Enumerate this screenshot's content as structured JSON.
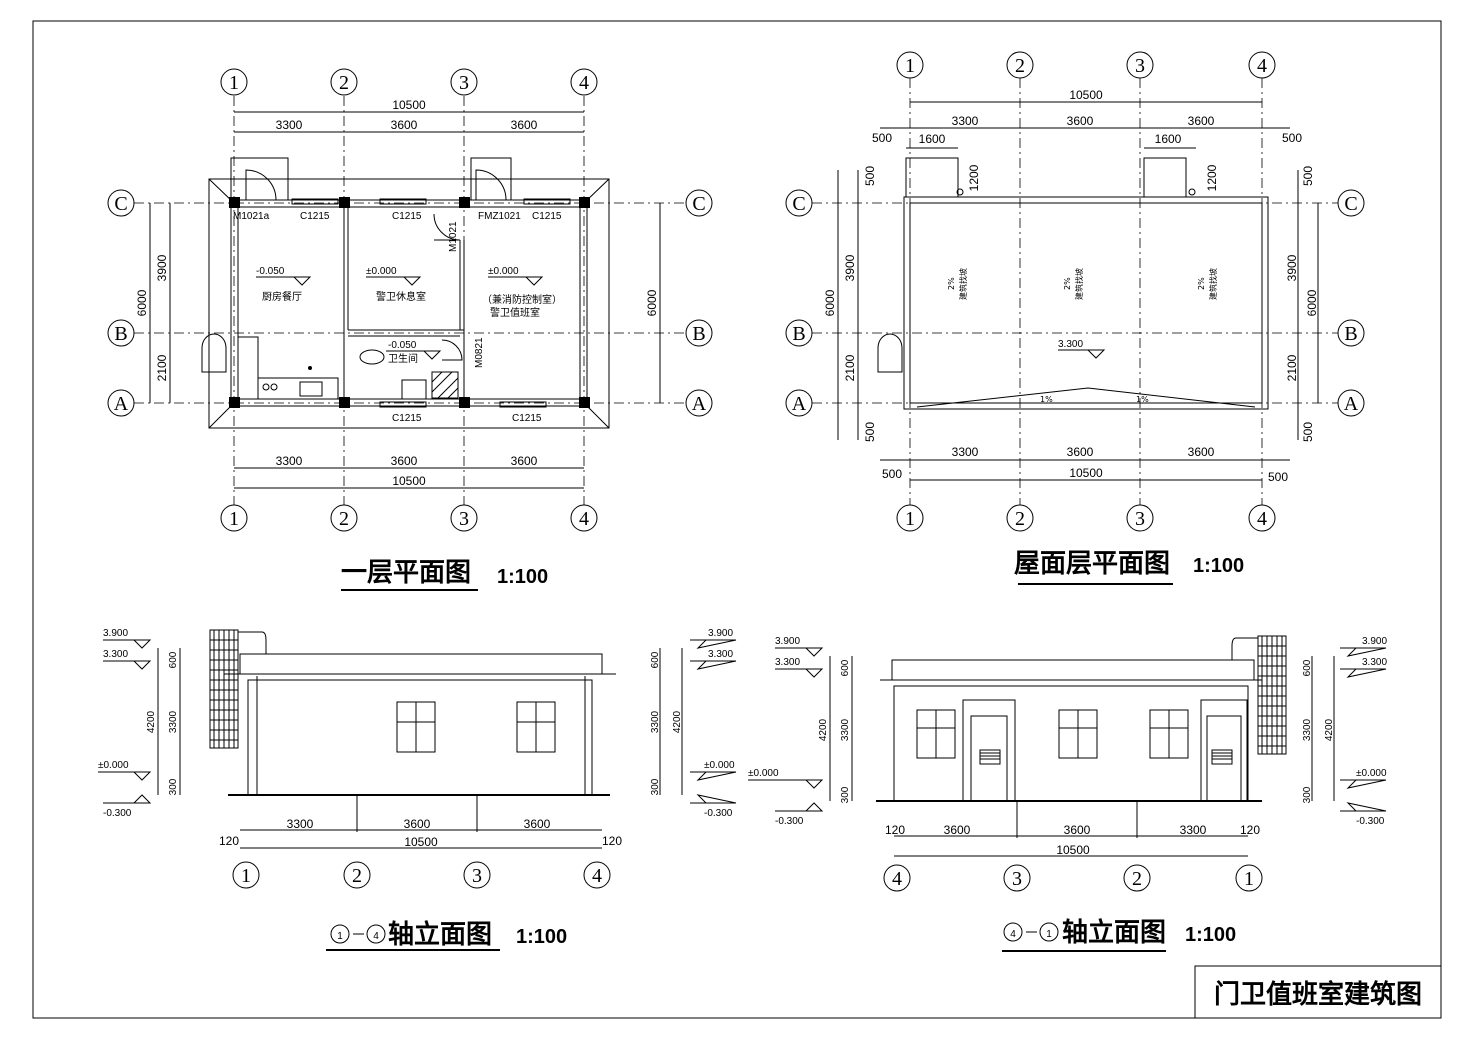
{
  "drawing_title": "门卫值班室建筑图",
  "views": {
    "plan": {
      "title": "一层平面图",
      "scale": "1:100"
    },
    "roof": {
      "title": "屋面层平面图",
      "scale": "1:100"
    },
    "elev1": {
      "title_suffix": "轴立面图",
      "from": "1",
      "to": "4",
      "scale": "1:100"
    },
    "elev2": {
      "title_suffix": "轴立面图",
      "from": "4",
      "to": "1",
      "scale": "1:100"
    }
  },
  "axes": {
    "n1": "1",
    "n2": "2",
    "n3": "3",
    "n4": "4",
    "a": "A",
    "b": "B",
    "c": "C"
  },
  "dims": {
    "total": "10500",
    "bay1": "3300",
    "bay2": "3600",
    "bay3": "3600",
    "ca": "3900",
    "ab": "2100",
    "total_depth": "6000",
    "overhang": "500",
    "canopy_w": "1600",
    "canopy_d": "1200",
    "h600": "600",
    "h3300": "3300",
    "h4200": "4200",
    "h300": "300",
    "h120": "120"
  },
  "plan_labels": {
    "door1": "M1021a",
    "door2": "FMZ1021",
    "door3": "M1021",
    "door4": "M0821",
    "window": "C1215",
    "room_kitchen": "厨房餐厅",
    "room_rest": "警卫休息室",
    "room_control_1": "（兼消防控制室）",
    "room_control_2": "警卫值班室",
    "room_wc": "卫生间",
    "el_kitchen": "-0.050",
    "el_rest": "±0.000",
    "el_control": "±0.000",
    "el_wc": "-0.050"
  },
  "roof_labels": {
    "slope": "2%",
    "gutter": "建筑找坡",
    "el": "3.300",
    "slope2": "1%"
  },
  "levels": {
    "top": "3.900",
    "roof": "3.300",
    "ground": "±0.000",
    "outdoor": "-0.300"
  }
}
